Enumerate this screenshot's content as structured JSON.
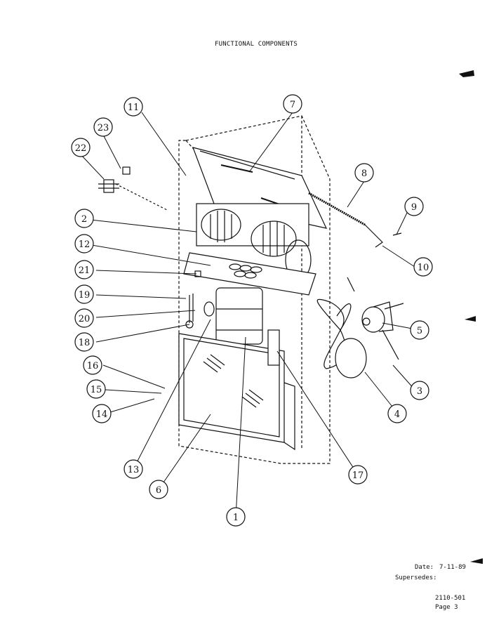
{
  "title": "FUNCTIONAL COMPONENTS",
  "footer": {
    "date_label": "Date:",
    "date_value": "7-11-89",
    "supersedes_label": "Supersedes:",
    "doc_number": "2110-501",
    "page": "Page 3"
  },
  "callouts": [
    "1",
    "2",
    "3",
    "4",
    "5",
    "6",
    "7",
    "8",
    "9",
    "10",
    "11",
    "12",
    "13",
    "14",
    "15",
    "16",
    "17",
    "18",
    "19",
    "20",
    "21",
    "22",
    "23"
  ]
}
